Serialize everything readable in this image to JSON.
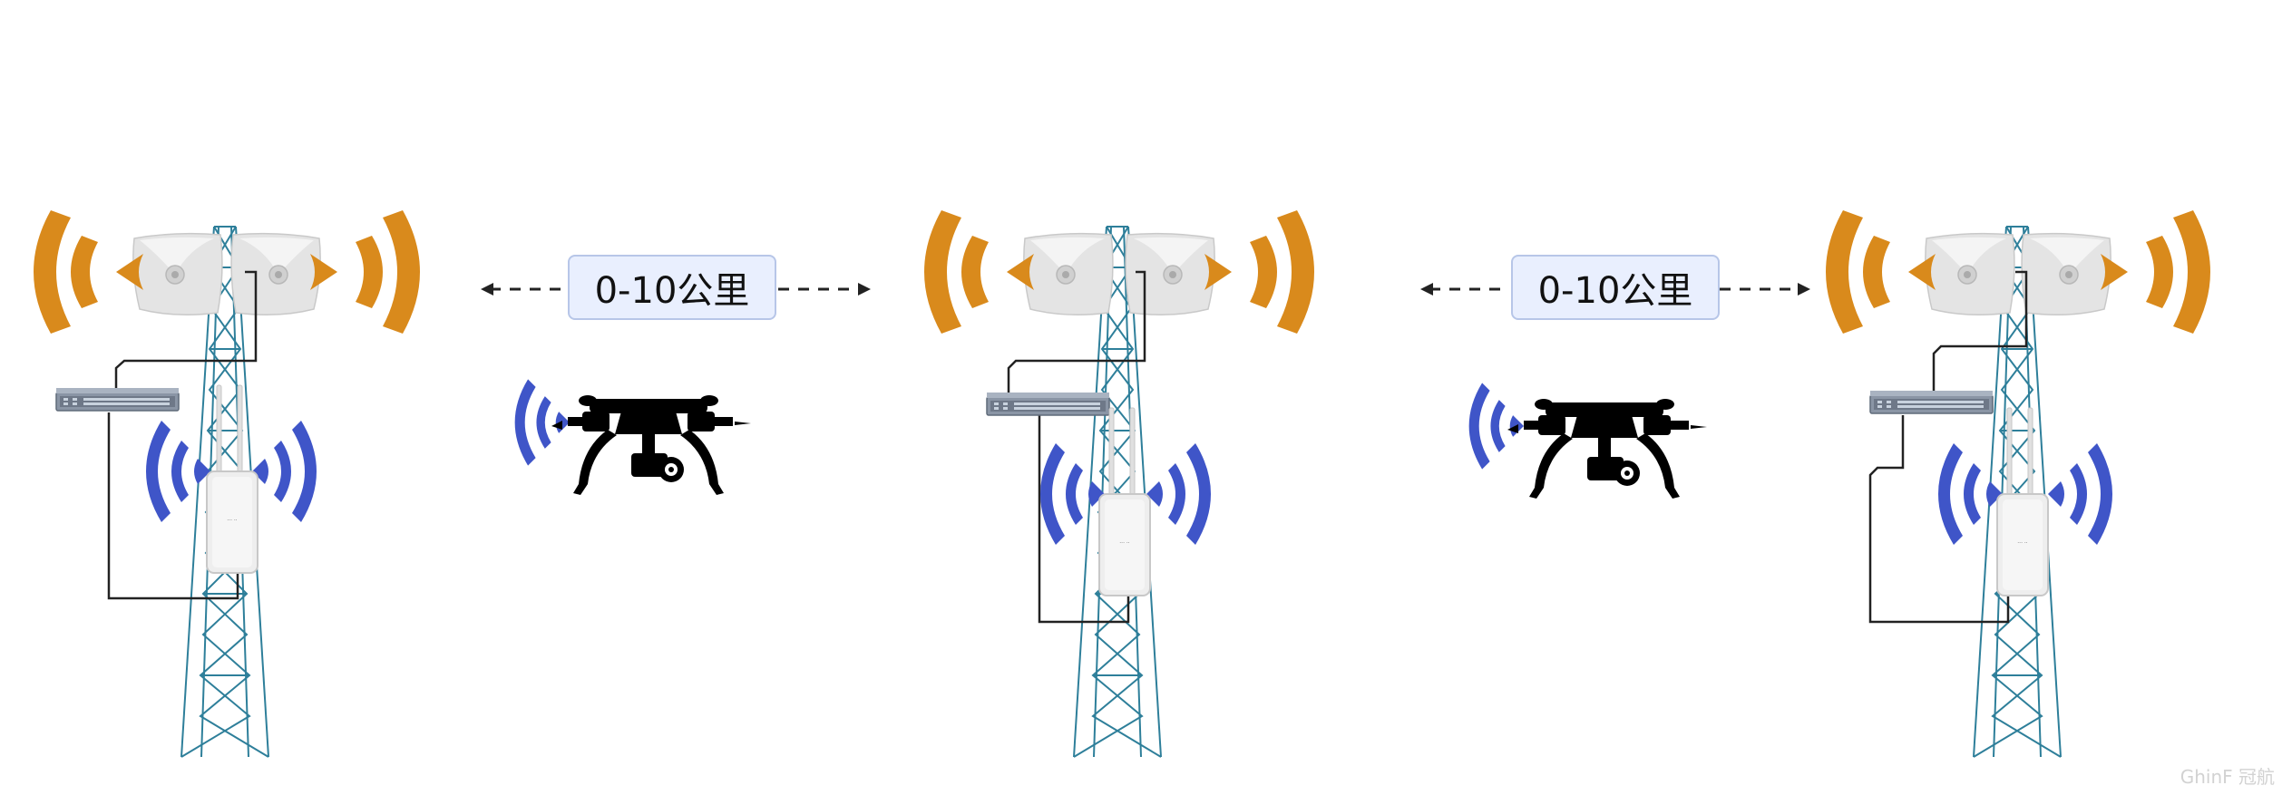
{
  "diagram": {
    "distance_labels": [
      "0-10公里",
      "0-10公里"
    ],
    "watermark": "GhinF 冠航",
    "colors": {
      "orange_signal": "#d98a1c",
      "blue_signal": "#3f55c8",
      "tower": "#2e7f9a",
      "cable": "#222222",
      "drone": "#000000",
      "label_fill": "#e9effe",
      "label_border": "#b7c6e8",
      "switch_body": "#7f8a99",
      "dish": "#e4e4e4",
      "ap_body": "#eeeeee"
    }
  }
}
